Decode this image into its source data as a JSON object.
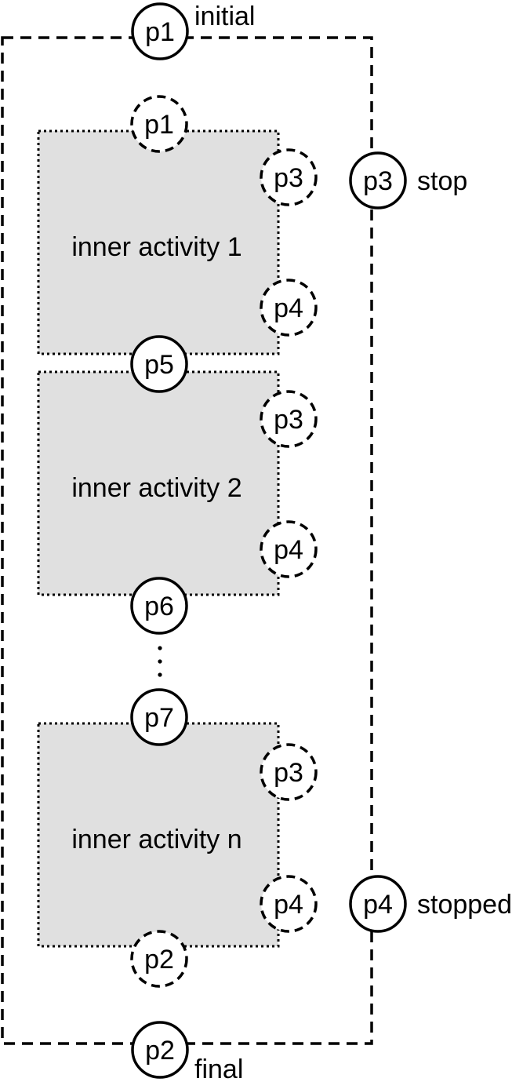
{
  "colors": {
    "stroke": "#000000",
    "inner_fill": "#e0e0e0",
    "background": "#ffffff"
  },
  "outer": {
    "top_place": "p1",
    "top_label": "initial",
    "bottom_place": "p2",
    "bottom_label": "final",
    "stop_place": "p3",
    "stop_label": "stop",
    "stopped_place": "p4",
    "stopped_label": "stopped"
  },
  "inner": [
    {
      "label": "inner activity 1",
      "top_place": "p1",
      "right_top_place": "p3",
      "right_bottom_place": "p4",
      "bottom_place": "p5"
    },
    {
      "label": "inner activity 2",
      "top_place": "p5",
      "right_top_place": "p3",
      "right_bottom_place": "p4",
      "bottom_place": "p6"
    },
    {
      "label": "inner activity n",
      "top_place": "p7",
      "right_top_place": "p3",
      "right_bottom_place": "p4",
      "bottom_place": "p2"
    }
  ],
  "ellipsis": "⋮"
}
